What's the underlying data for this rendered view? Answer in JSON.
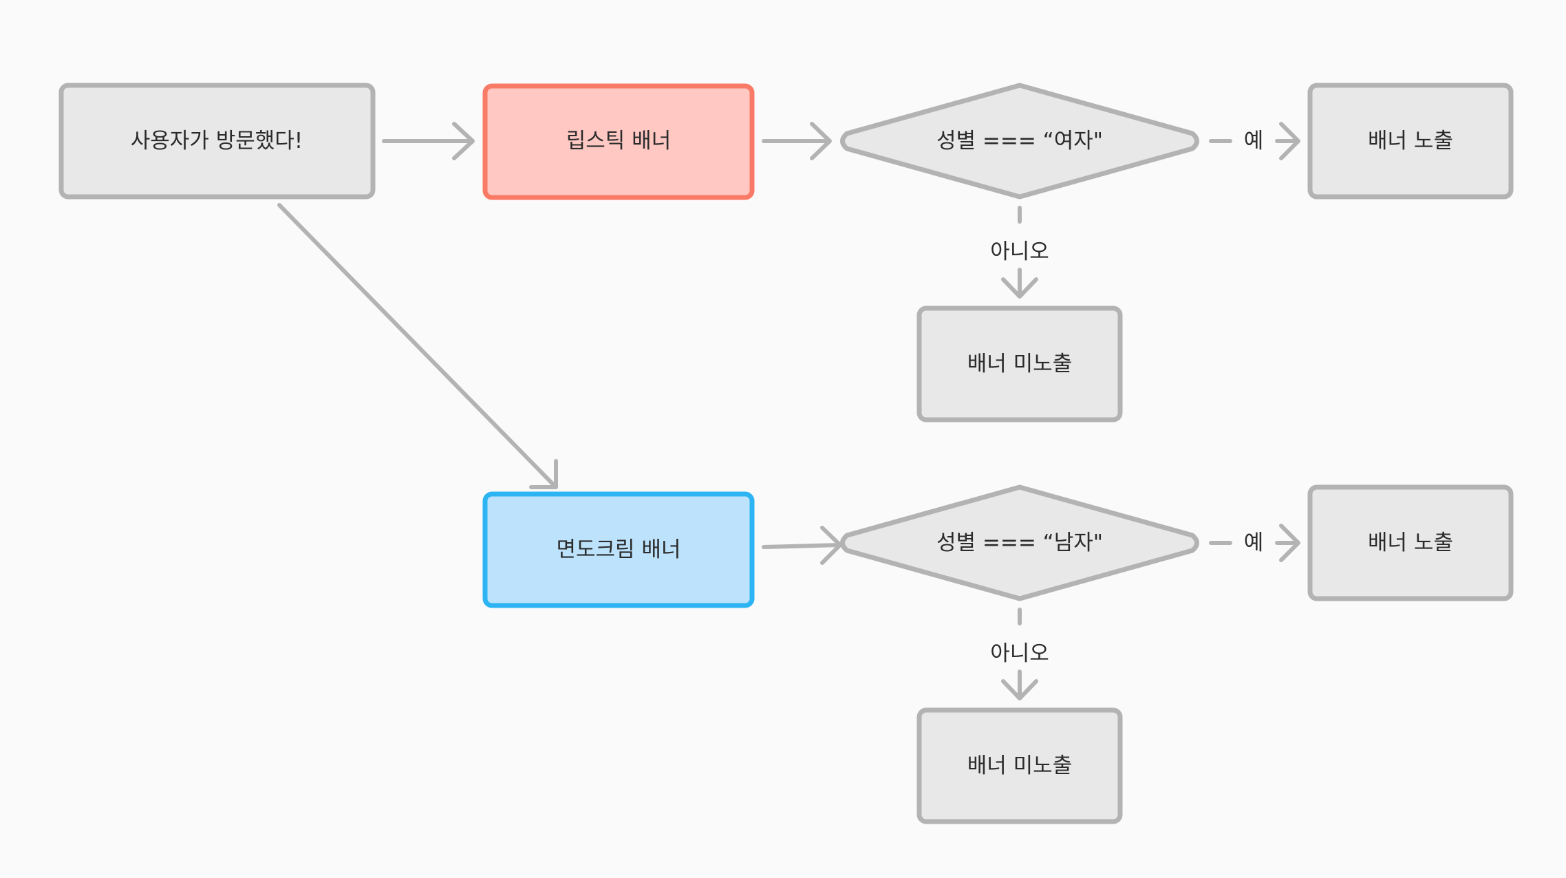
{
  "nodes": {
    "visit": {
      "label": "사용자가 방문했다!"
    },
    "lipstick": {
      "label": "립스틱 배너"
    },
    "cond_female": {
      "label": "성별 === “여자\""
    },
    "show_top": {
      "label": "배너 노출"
    },
    "hide_top": {
      "label": "배너 미노출"
    },
    "shaving": {
      "label": "면도크림 배너"
    },
    "cond_male": {
      "label": "성별 === “남자\""
    },
    "show_bottom": {
      "label": "배너 노출"
    },
    "hide_bottom": {
      "label": "배너 미노출"
    }
  },
  "edges": {
    "female_yes": "예",
    "female_no": "아니오",
    "male_yes": "예",
    "male_no": "아니오"
  },
  "colors": {
    "neutral_fill": "#e8e8e8",
    "neutral_stroke": "#b3b3b3",
    "red_fill": "#ffc8c3",
    "red_stroke": "#f97a66",
    "blue_fill": "#bde3fc",
    "blue_stroke": "#2cb4f3"
  }
}
